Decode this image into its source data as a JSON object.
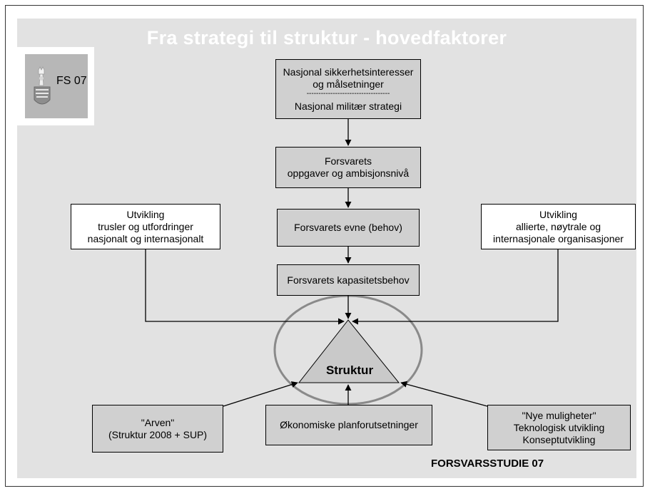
{
  "title": "Fra strategi til struktur - hovedfaktorer",
  "logo": {
    "label": "FS 07"
  },
  "boxes": {
    "national": {
      "line1": "Nasjonal sikkerhetsinteresser",
      "line2": "og målsetninger",
      "separator": "-----------------------------------",
      "line3": "Nasjonal militær strategi"
    },
    "tasks": {
      "line1": "Forsvarets",
      "line2": "oppgaver og ambisjonsnivå"
    },
    "capability": {
      "line1": "Forsvarets evne (behov)"
    },
    "capacity": {
      "line1": "Forsvarets kapasitetsbehov"
    },
    "threats": {
      "line1": "Utvikling",
      "line2": "trusler og utfordringer",
      "line3": "nasjonalt og internasjonalt"
    },
    "allies": {
      "line1": "Utvikling",
      "line2": "allierte, nøytrale og",
      "line3": "internasjonale organisasjoner"
    },
    "legacy": {
      "line1": "\"Arven\"",
      "line2": "(Struktur 2008 + SUP)"
    },
    "economy": {
      "line1": "Økonomiske planforutsetninger"
    },
    "opportunities": {
      "line1": "\"Nye muligheter\"",
      "line2": "Teknologisk utvikling",
      "line3": "Konseptutvikling"
    }
  },
  "structure": {
    "label": "Struktur"
  },
  "footer": "FORSVARSSTUDIE 07",
  "colors": {
    "panel": "#e2e2e2",
    "box_gray": "#d0d0d0",
    "ellipse": "#8a8a8a",
    "triangle": "#c9c9c9"
  }
}
